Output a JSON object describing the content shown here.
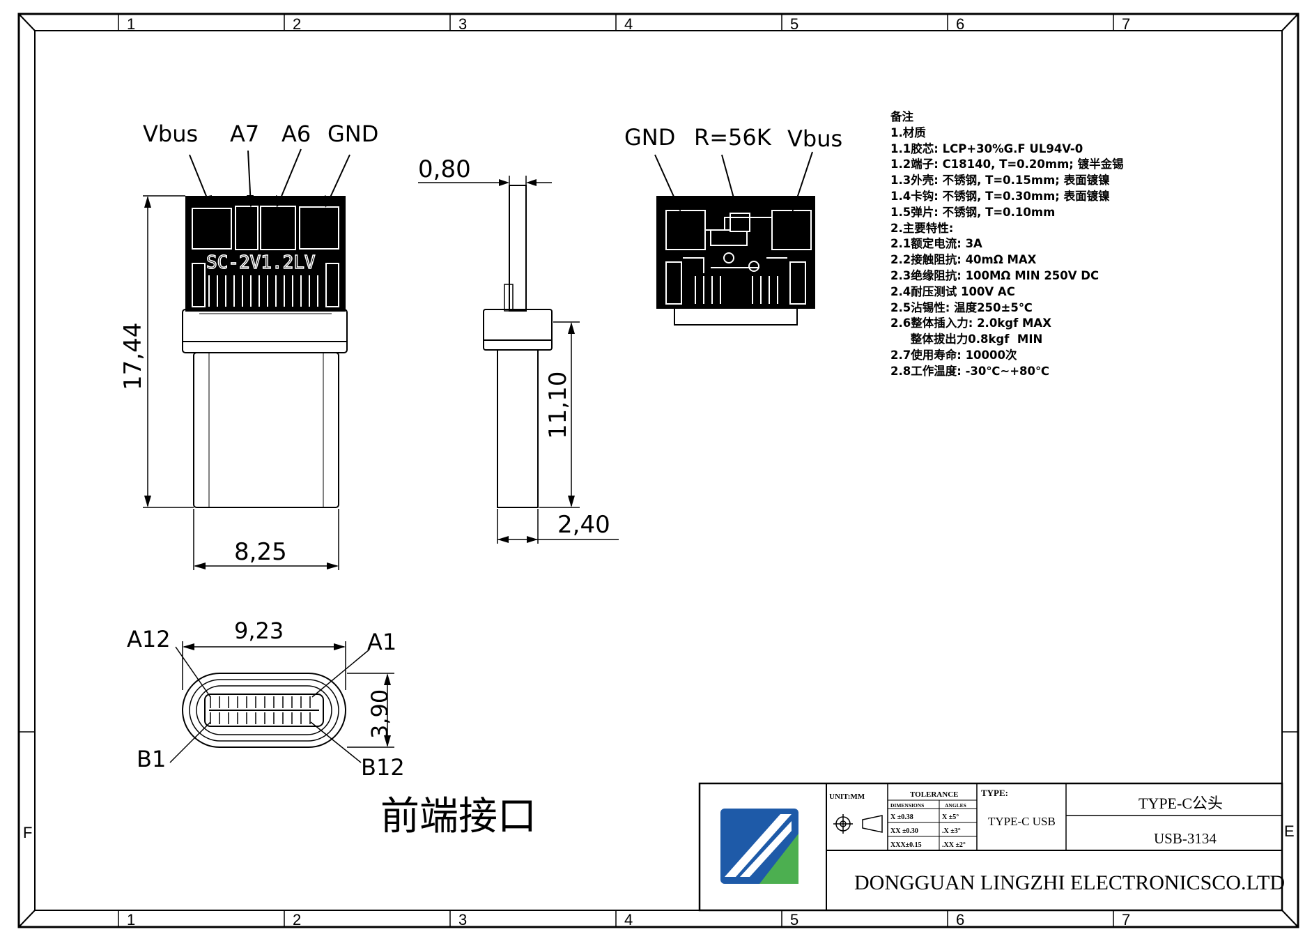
{
  "frame": {
    "zones_top": [
      "1",
      "2",
      "3",
      "4",
      "5",
      "6",
      "7"
    ],
    "zones_bottom": [
      "1",
      "2",
      "3",
      "4",
      "5",
      "6",
      "7"
    ],
    "row_left": "F",
    "row_right": "E"
  },
  "top_view": {
    "labels": [
      "Vbus",
      "A7",
      "A6",
      "GND"
    ],
    "marking": "SC-2V1.2LV",
    "dim_length": "17,44",
    "dim_width": "8,25"
  },
  "side_view": {
    "dim_thickness": "0,80",
    "dim_body": "11,10",
    "dim_plug": "2,40"
  },
  "back_view": {
    "labels": [
      "GND",
      "R=56K",
      "Vbus"
    ]
  },
  "front_view": {
    "dim_width": "9,23",
    "dim_height": "3,90",
    "labels": {
      "a12": "A12",
      "a1": "A1",
      "b1": "B1",
      "b12": "B12"
    },
    "caption": "前端接口"
  },
  "notes": [
    "备注",
    "1.材质",
    "1.1胶芯: LCP+30%G.F  UL94V-0",
    "1.2端子: C18140, T=0.20mm; 镀半金锡",
    "1.3外壳: 不锈钢, T=0.15mm; 表面镀镍",
    "1.4卡钩: 不锈钢, T=0.30mm; 表面镀镍",
    "1.5弹片: 不锈钢, T=0.10mm",
    "2.主要特性:",
    "2.1额定电流: 3A",
    "2.2接触阻抗: 40mΩ MAX",
    "2.3绝缘阻抗: 100MΩ MIN  250V  DC",
    "2.4耐压测试  100V  AC",
    "2.5沾锡性: 温度250±5℃",
    "2.6整体插入力: 2.0kgf  MAX",
    "     整体拔出力0.8kgf  MIN",
    "2.7使用寿命: 10000次",
    "2.8工作温度: -30℃~+80℃"
  ],
  "title_block": {
    "unit": "UNIT:MM",
    "tolerance": "TOLERANCE",
    "dimensions": "DIMENSIONS",
    "angles": "ANGLES",
    "tol_rows": [
      {
        "d": "X  ±0.38",
        "a": "X  ±5°"
      },
      {
        "d": "XX ±0.30",
        "a": ".X  ±3°"
      },
      {
        "d": "XXX±0.15",
        "a": ".XX ±2°"
      }
    ],
    "type_label": "TYPE:",
    "type_value": "TYPE-C USB",
    "part_name": "TYPE-C公头",
    "part_number": "USB-3134",
    "company": "DONGGUAN LINGZHI ELECTRONICSCO.LTD",
    "colors": {
      "logo_blue": "#1e5aa8",
      "logo_green": "#4caf50",
      "logo_white": "#ffffff"
    }
  }
}
